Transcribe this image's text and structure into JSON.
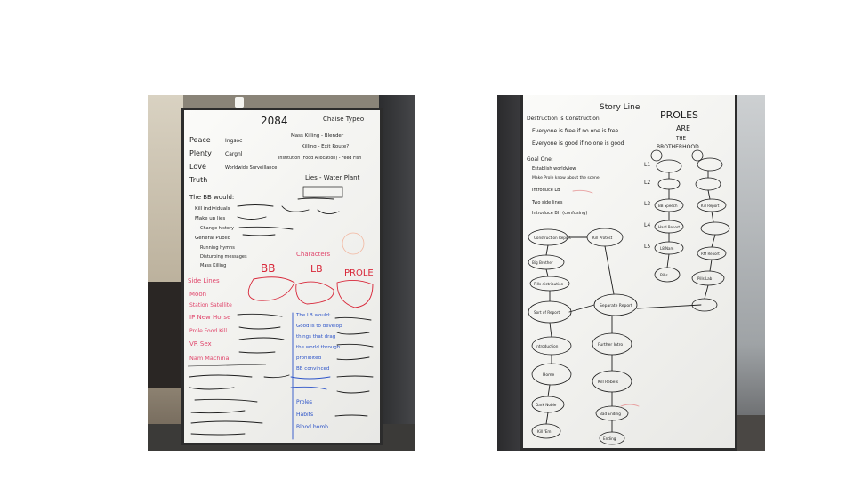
{
  "left_board": {
    "title": "2084",
    "ink_colors": {
      "black": "#1d1d1d",
      "red": "#d8283a",
      "pink": "#e0456b",
      "blue": "#2c53c8"
    },
    "top_right_heading": "Chaise Typeo",
    "concepts": [
      "Peace",
      "Plenty",
      "Love",
      "Truth"
    ],
    "concepts_right": [
      "Ingsoc",
      "Cargnl",
      "Worldwide Surveillance"
    ],
    "killing_list": [
      "Mass Killing - Blender",
      "Killing - Exit Route?",
      "Institution (Food Allocation) - Feed Fish"
    ],
    "lies_note": "Lies - Water Plant",
    "bb_would_heading": "The BB would:",
    "bb_would_items": [
      "Kill individuals",
      "Make up lies",
      "Change history",
      "General Public",
      "Running hymns",
      "Disturbing messages",
      "Mass Killing"
    ],
    "characters_heading": "Characters",
    "character_labels": [
      "BB",
      "LB",
      "PROLE"
    ],
    "side_lines": [
      "Side Lines",
      "Moon",
      "Station Satellite",
      "IP New Horse",
      "Prole Food Kill",
      "VR Sex"
    ],
    "name_label": "Nam Machina",
    "blue_notes": [
      "The LB would:",
      "Good is to develop",
      "things that drag",
      "the world through",
      "prohibited",
      "BB convinced",
      "Proles",
      "Habits",
      "Blood bomb"
    ]
  },
  "right_board": {
    "title": "Story Line",
    "prole_heading": [
      "PROLES",
      "ARE",
      "THE",
      "BROTHERHOOD"
    ],
    "premises": [
      "Destruction is Construction",
      "Everyone is free if no one is free",
      "Everyone is good if no one is good"
    ],
    "goal_lines": [
      "Goal One:",
      "Establish worldview",
      "Make Prole know about the scene",
      "Introduce LB",
      "Two side lines",
      "Introduce BH (confusing)"
    ],
    "level_labels": [
      "L1",
      "L2",
      "L3",
      "L4",
      "L5"
    ],
    "flow_nodes": [
      "Construction Report",
      "Kill Protest",
      "Big Brother",
      "Pills distribution",
      "Sort of Report",
      "Separate Report",
      "Introduction",
      "Further Intro",
      "Home",
      "Kill Rebels",
      "Dark Noble",
      "Bad Ending",
      "Kill 'Em",
      "Ending"
    ],
    "right_nodes": [
      "BB Speech",
      "Kill Report",
      "Hard Report",
      "L8 Nam",
      "Pills",
      "RM Report",
      "Pills Lab"
    ]
  }
}
